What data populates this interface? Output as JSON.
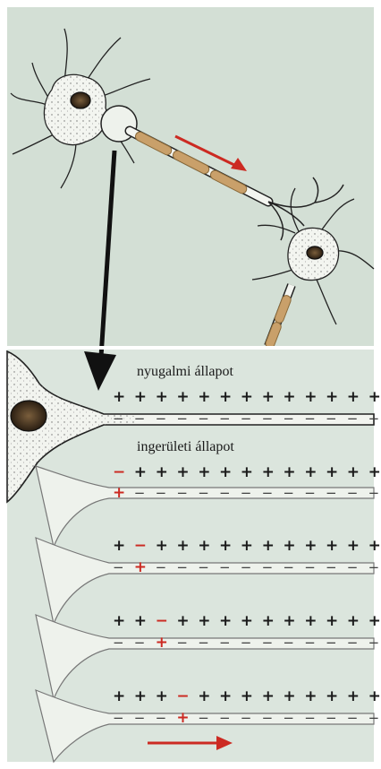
{
  "labels": {
    "resting": "nyugalmi állapot",
    "excited": "ingerületi állapot"
  },
  "colors": {
    "background_top": "#d4e0d6",
    "background_bottom": "#dce6de",
    "membrane": "#1d1d1d",
    "positive_charge": "#1a1a1a",
    "negative_charge": "#404040",
    "signal_red": "#cc2a22",
    "myelin": "#c9a06a",
    "cell_body": "#f4f6f1"
  },
  "panels": [
    {
      "name": "resting",
      "outside": "+++++++++++++",
      "inside": "−−−−−−−−−−−−−"
    },
    {
      "name": "excited-1",
      "outside": "−++++++++++++",
      "inside": "+−−−−−−−−−−−−",
      "reversed_index": 0
    },
    {
      "name": "excited-2",
      "outside": "+−+++++++++++",
      "inside": "−+−−−−−−−−−−−",
      "reversed_index": 1
    },
    {
      "name": "excited-3",
      "outside": "++−++++++++++",
      "inside": "−−+−−−−−−−−−−",
      "reversed_index": 2
    },
    {
      "name": "excited-4",
      "outside": "+++−+++++++++",
      "inside": "−−−+−−−−−−−−−",
      "reversed_index": 3
    }
  ],
  "icons": {
    "propagation_arrow_top": "red-arrow-icon",
    "zoom_arrow": "black-arrow-icon",
    "propagation_arrow_bottom": "red-arrow-icon"
  }
}
